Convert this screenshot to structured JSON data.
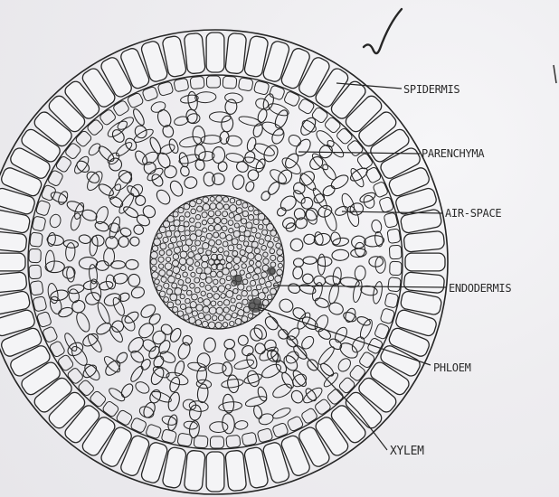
{
  "diagram": {
    "colors": {
      "ink": "#262626",
      "paper": "#eeedf0"
    },
    "tick_mark": "check-mark",
    "labels": [
      {
        "key": "epidermis",
        "text": "SPIDERMIS"
      },
      {
        "key": "parenchyma",
        "text": "PARENCHYMA"
      },
      {
        "key": "air_space",
        "text": "AIR-SPACE"
      },
      {
        "key": "endodermis",
        "text": "ENDODERMIS"
      },
      {
        "key": "phloem",
        "text": "PHLOEM"
      },
      {
        "key": "xylem",
        "text": "XYLEM"
      }
    ]
  }
}
